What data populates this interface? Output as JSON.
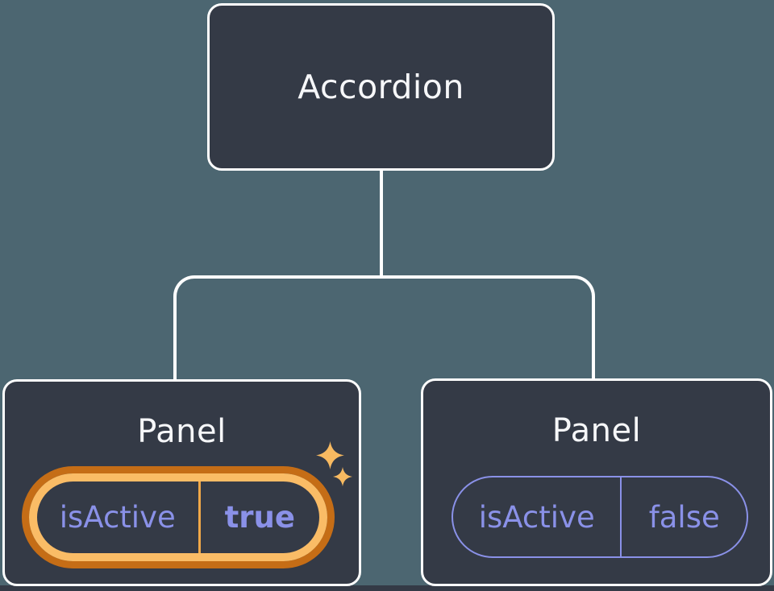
{
  "tree": {
    "root": {
      "label": "Accordion"
    },
    "children": [
      {
        "label": "Panel",
        "state": {
          "name": "isActive",
          "value": "true",
          "highlighted": true
        }
      },
      {
        "label": "Panel",
        "state": {
          "name": "isActive",
          "value": "false",
          "highlighted": false
        }
      }
    ]
  },
  "colors": {
    "background": "#4C6671",
    "node_fill": "#343A46",
    "node_border": "#FFFFFF",
    "connector": "#FFFFFF",
    "title_text": "#F6F7F9",
    "state_purple": "#8A91E8",
    "highlight_ring_outer": "#C56D16",
    "highlight_ring_inner": "#FABC66",
    "highlight_divider": "#F0A848",
    "sparkle": "#F8BA61"
  }
}
